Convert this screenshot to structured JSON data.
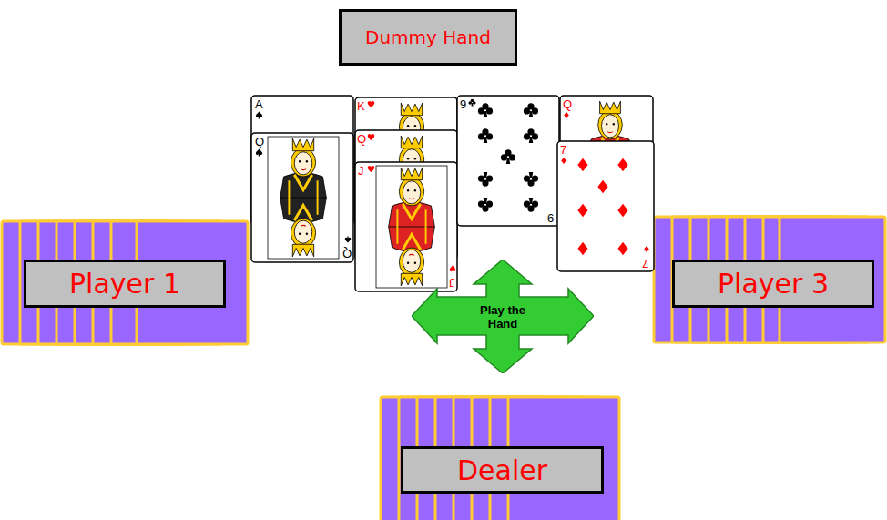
{
  "diagram": {
    "nodes": [
      {
        "text": [
          "Dummy Hand"
        ]
      },
      {
        "text": [
          "Player 1"
        ]
      },
      {
        "text": [
          "Play the Hand"
        ]
      },
      {
        "text": [
          "Player 3"
        ]
      },
      {
        "text": [
          "Dealer"
        ]
      }
    ],
    "labels": [
      "A",
      "Q",
      "Q",
      "K",
      "Q",
      "J",
      "J",
      "9",
      "9",
      "Q",
      "7",
      "7"
    ]
  }
}
